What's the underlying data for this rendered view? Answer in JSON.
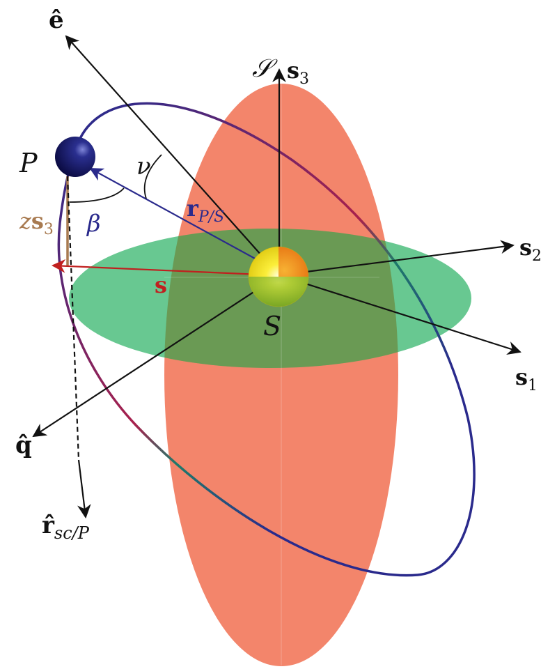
{
  "labels": {
    "e_hat": "ê",
    "script_s": "𝒮",
    "s3_vec": "s",
    "s3_sub": "3",
    "P": "P",
    "nu": "ν",
    "r_vec": "r",
    "r_sub": "P/S",
    "beta": "β",
    "z_prefix": "z",
    "z_vec": "s",
    "z_sub": "3",
    "s_vec": "s",
    "s2_vec": "s",
    "s2_sub": "2",
    "S": "S",
    "s1_vec": "s",
    "s1_sub": "1",
    "q_hat": "q̂",
    "r_hat": "r̂",
    "r_hat_sub": "sc/P"
  },
  "colors": {
    "orbit": "#2a2a8c",
    "ecliptic_plane": "#3db872",
    "orbital_plane": "#f06a4a",
    "r_vector": "#2a2a8c",
    "s_vector": "#c0201f",
    "z_segment": "#a87a50",
    "axis": "#111111",
    "planet": "#14145a",
    "sun": "#f3e21a"
  },
  "icons": {
    "planet": "planet-sphere-icon",
    "sun": "sun-sphere-icon"
  }
}
